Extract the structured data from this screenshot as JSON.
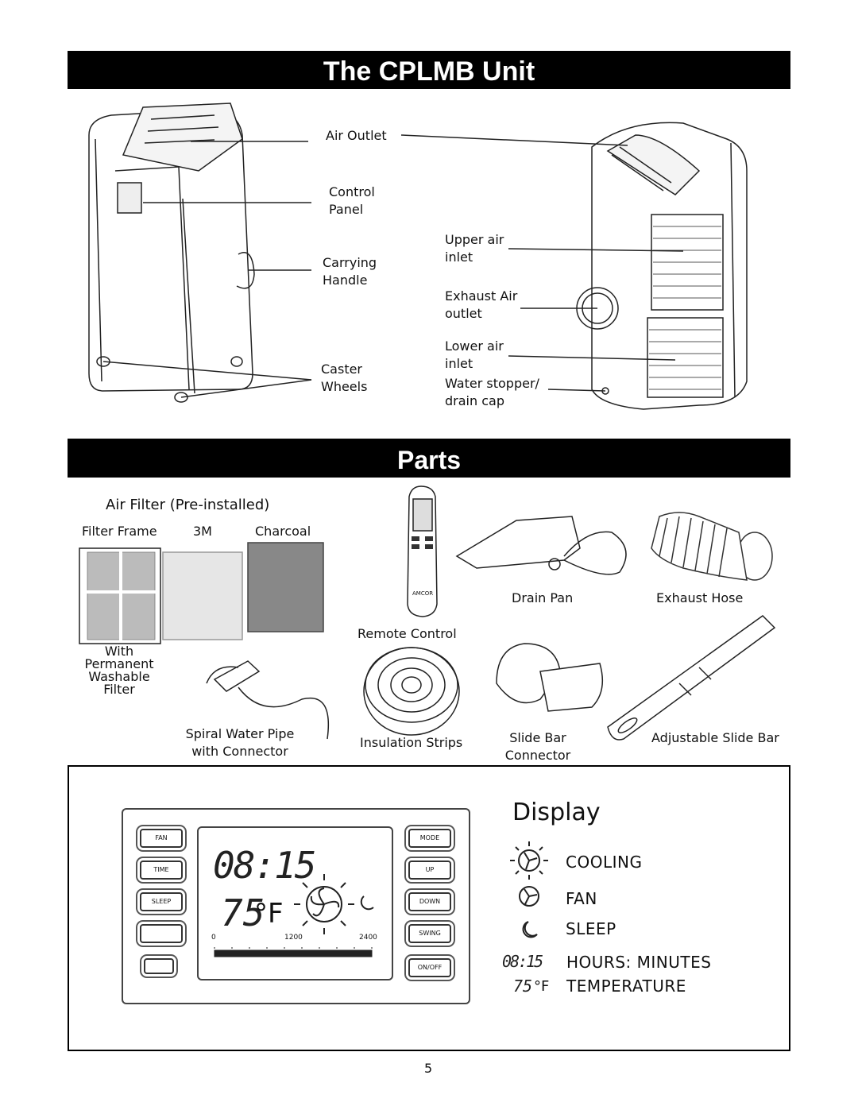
{
  "unit_title": "The CPLMB Unit",
  "parts_title": "Parts",
  "unit_labels": {
    "air_outlet": "Air Outlet",
    "control_panel": [
      "Control",
      "Panel"
    ],
    "carrying_handle": [
      "Carrying",
      "Handle"
    ],
    "caster_wheels": [
      "Caster",
      "Wheels"
    ],
    "upper_air_inlet": [
      "Upper air",
      "inlet"
    ],
    "exhaust_air_outlet": [
      "Exhaust Air",
      "outlet"
    ],
    "lower_air_inlet": [
      "Lower air",
      "inlet"
    ],
    "water_stopper": [
      "Water stopper/",
      "drain cap"
    ]
  },
  "parts": {
    "air_filter_title": "Air Filter (Pre-installed)",
    "filter_frame": "Filter Frame",
    "filter_3m": "3M",
    "filter_charcoal": "Charcoal",
    "washable": [
      "With",
      "Permanent",
      "Washable",
      "Filter"
    ],
    "remote_control": "Remote Control",
    "remote_brand": "AMCOR",
    "drain_pan": "Drain Pan",
    "exhaust_hose": "Exhaust Hose",
    "spiral_pipe": [
      "Spiral Water Pipe",
      "with Connector"
    ],
    "insulation_strips": "Insulation Strips",
    "slide_bar_connector": [
      "Slide Bar",
      "Connector"
    ],
    "adjustable_slide_bar": "Adjustable Slide Bar"
  },
  "display": {
    "title": "Display",
    "buttons_left": [
      "FAN",
      "TIME",
      "SLEEP",
      "",
      ""
    ],
    "buttons_right": [
      "MODE",
      "UP",
      "DOWN",
      "SWING",
      "ON/OFF"
    ],
    "lcd_time": "08:15",
    "lcd_temp": "75",
    "lcd_unit": "°F",
    "lcd_scale": [
      "0",
      "1200",
      "2400"
    ],
    "legend": {
      "cooling": "COOLING",
      "fan": "FAN",
      "sleep": "SLEEP",
      "time_sample": "08:15",
      "hours_minutes": "HOURS: MINUTES",
      "temp_sample": "75",
      "temp_unit": "°F",
      "temperature": "TEMPERATURE"
    }
  },
  "page_number": "5"
}
